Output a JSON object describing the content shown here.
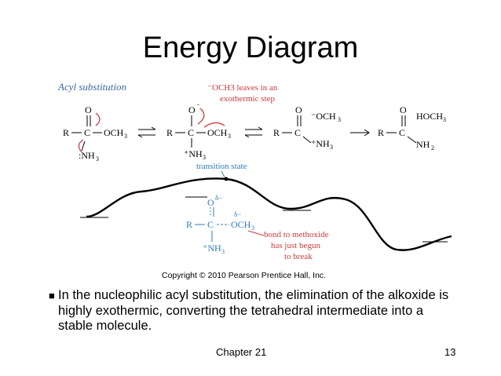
{
  "slide": {
    "title": "Energy Diagram",
    "bullet": "In the nucleophilic acyl substitution, the elimination of the alkoxide is highly exothermic, converting the tetrahedral intermediate into a stable molecule.",
    "chapter": "Chapter 21",
    "page": "13"
  },
  "figure": {
    "heading": "Acyl substitution",
    "leave_note_1": "OCH3 leaves in an",
    "leave_note_2": "exothermic step",
    "transition_state": "transition state",
    "bond_note_1": "bond to methoxide",
    "bond_note_2": "has just begun",
    "bond_note_3": "to break",
    "copyright": "Copyright © 2010 Pearson Prentice Hall, Inc.",
    "colors": {
      "accent": "#d23a3a",
      "blue": "#2e7bbf",
      "heading": "#3a68a8",
      "curve": "#000000"
    }
  }
}
